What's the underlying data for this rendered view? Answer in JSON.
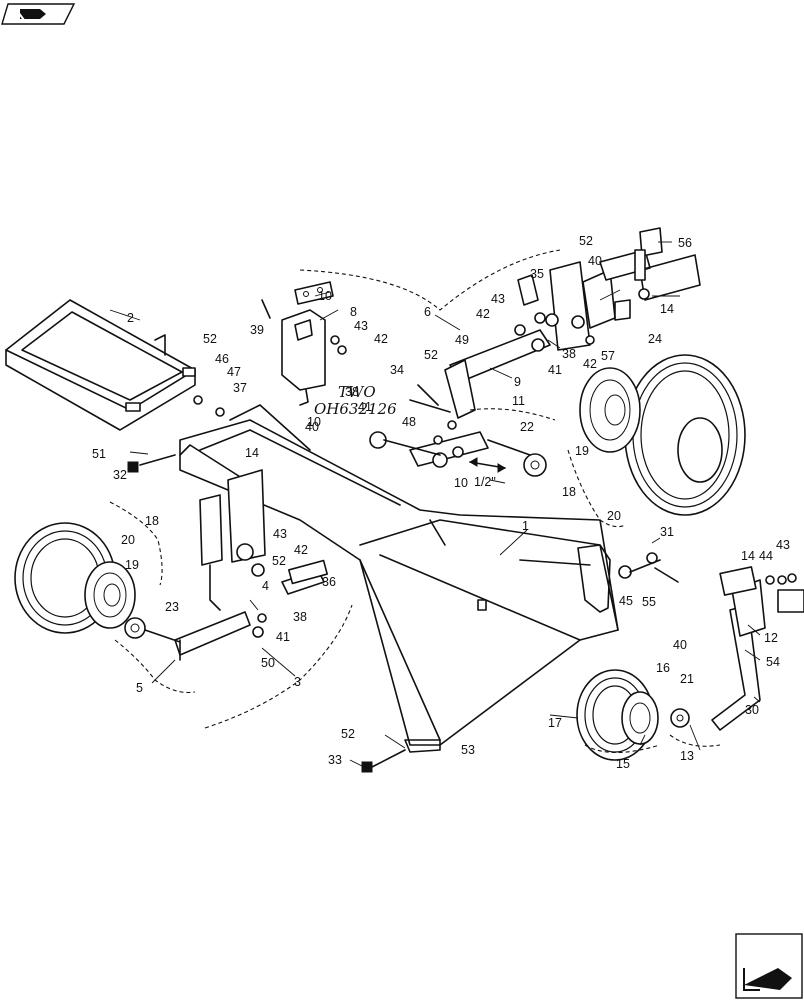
{
  "callouts": [
    "1",
    "2",
    "3",
    "4",
    "5",
    "6",
    "8",
    "9",
    "10",
    "10",
    "10",
    "11",
    "12",
    "13",
    "14",
    "14",
    "14",
    "15",
    "16",
    "17",
    "18",
    "18",
    "19",
    "19",
    "20",
    "20",
    "21",
    "22",
    "23",
    "24",
    "30",
    "31",
    "32",
    "33",
    "34",
    "35",
    "36",
    "37",
    "38",
    "38",
    "38",
    "39",
    "40",
    "40",
    "40",
    "41",
    "41",
    "41",
    "42",
    "42",
    "42",
    "42",
    "43",
    "43",
    "43",
    "43",
    "44",
    "45",
    "46",
    "47",
    "48",
    "49",
    "50",
    "51",
    "52",
    "52",
    "52",
    "52",
    "52",
    "53",
    "54",
    "55",
    "56",
    "57"
  ],
  "dimension_note": "1/2\"",
  "handwritten_note": [
    "TWO",
    "OH632126"
  ]
}
